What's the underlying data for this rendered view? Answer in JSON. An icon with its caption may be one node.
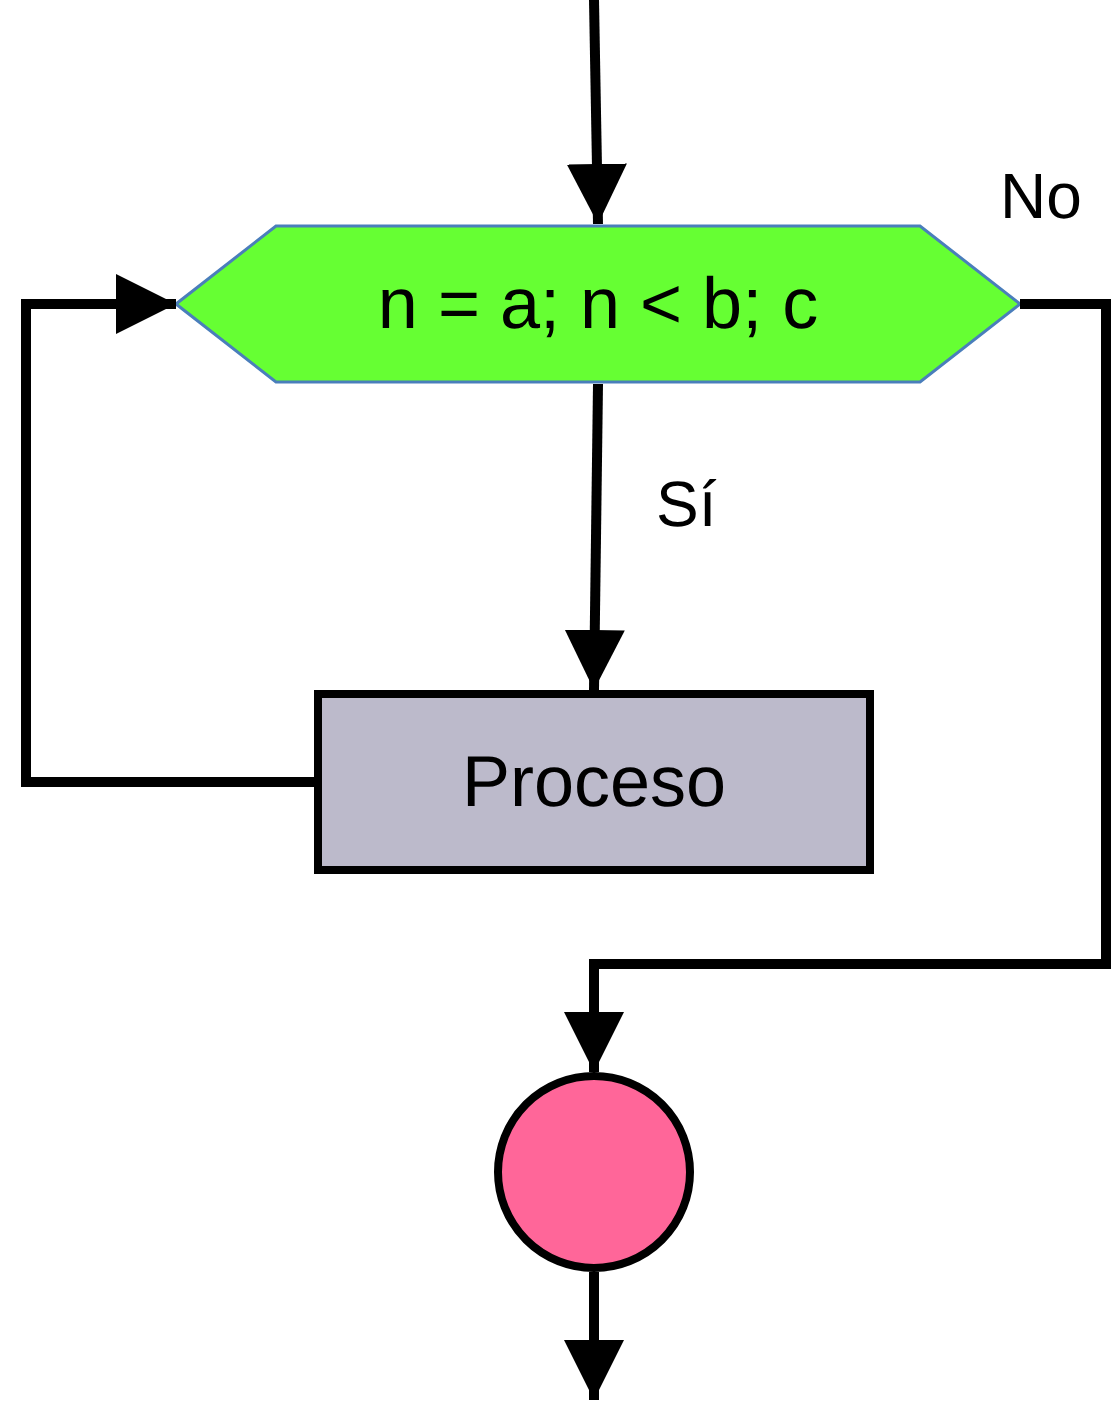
{
  "diagram": {
    "nodes": [
      {
        "text": [
          "n = a; n < b; c"
        ]
      },
      {
        "text": [
          "Proceso"
        ]
      },
      {
        "text": [],
        "shape": "circle"
      }
    ],
    "edges": [
      {
        "from": null,
        "to": 0,
        "arrow": "to"
      },
      {
        "from": 0,
        "to": 1,
        "arrow": "to",
        "label": "Sí"
      },
      {
        "from": 1,
        "to": 0,
        "arrow": "to"
      },
      {
        "from": 0,
        "to": 2,
        "arrow": "to",
        "label": "No"
      },
      {
        "from": 2,
        "to": null,
        "arrow": "to"
      }
    ]
  }
}
